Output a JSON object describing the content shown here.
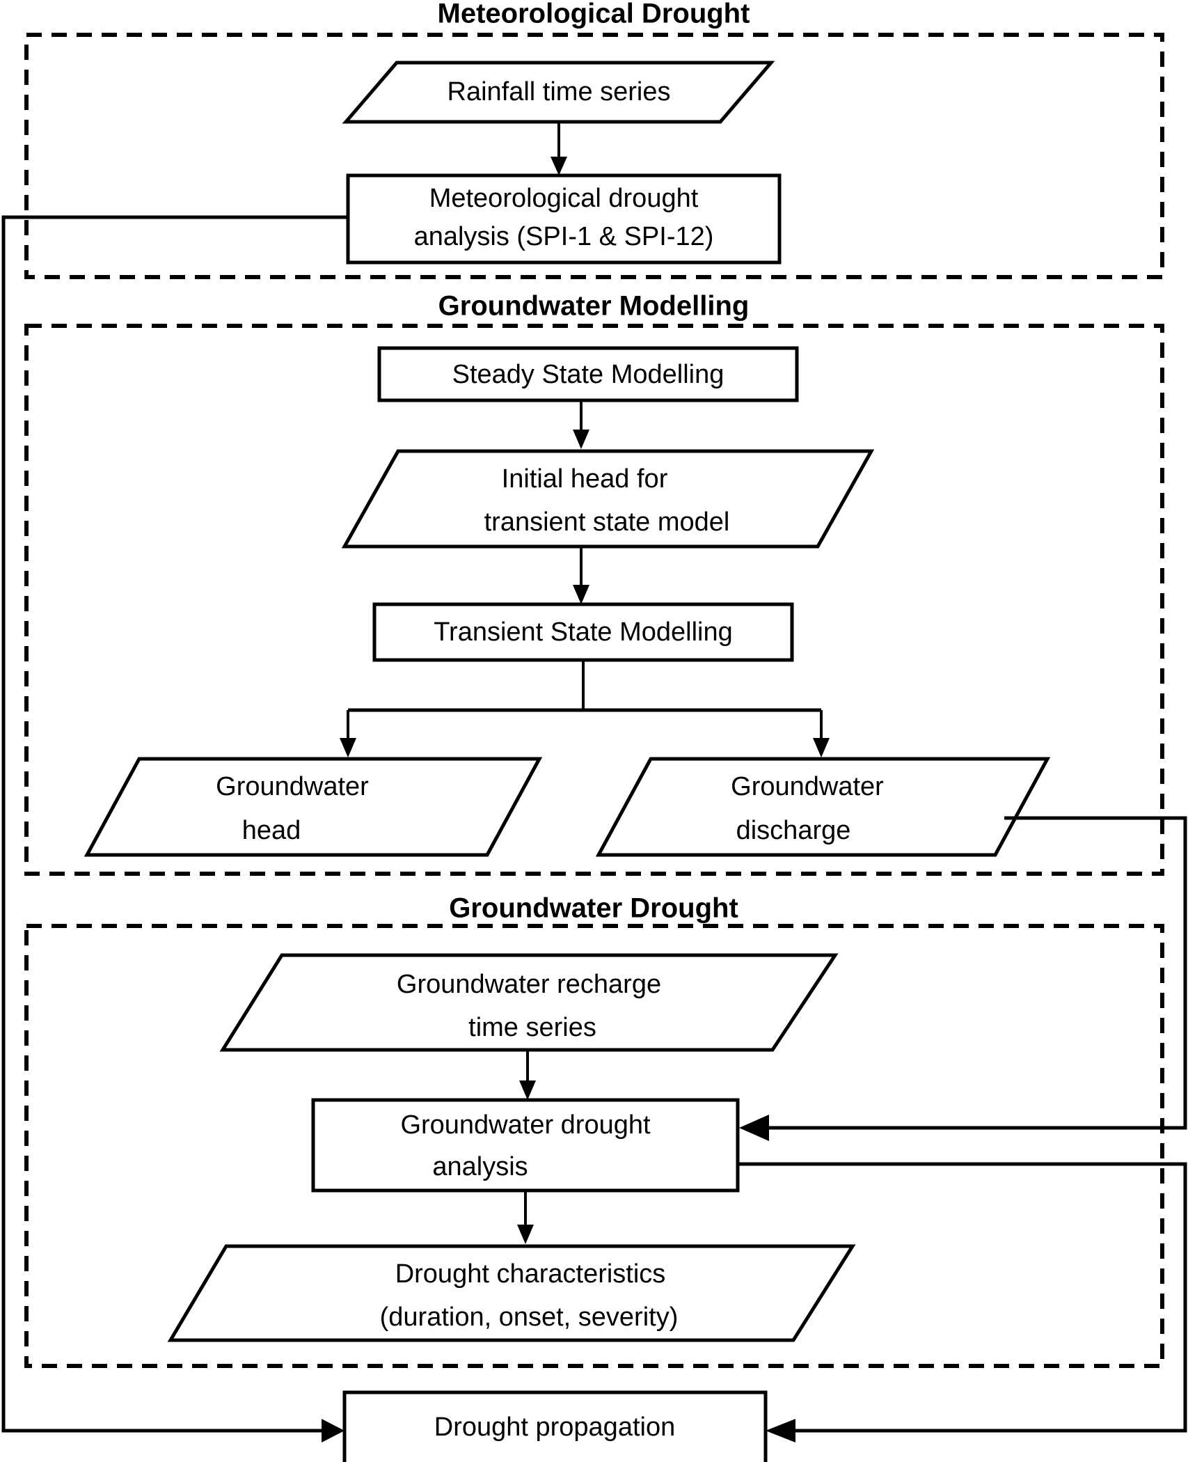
{
  "diagram": {
    "title": "Drought propagation flowchart",
    "background_color": "#ffffff",
    "line_color": "#000000",
    "sections": [
      {
        "id": "meteorological-drought",
        "label": "Meteorological Drought"
      },
      {
        "id": "groundwater-modelling",
        "label": "Groundwater Modelling"
      },
      {
        "id": "groundwater-drought",
        "label": "Groundwater Drought"
      }
    ],
    "nodes": {
      "rainfall_time_series": {
        "label": "Rainfall time series",
        "shape": "parallelogram"
      },
      "met_drought_analysis_l1": {
        "label": "Meteorological drought",
        "shape": "rectangle"
      },
      "met_drought_analysis_l2": {
        "label": "analysis (SPI-1 & SPI-12)",
        "shape": "rectangle"
      },
      "steady_state_modelling": {
        "label": "Steady State   Modelling",
        "shape": "rectangle"
      },
      "initial_head_l1": {
        "label": "Initial head for",
        "shape": "parallelogram"
      },
      "initial_head_l2": {
        "label": "transient state model",
        "shape": "parallelogram"
      },
      "transient_state_modelling": {
        "label": "Transient State Modelling",
        "shape": "rectangle"
      },
      "groundwater_head_l1": {
        "label": "Groundwater",
        "shape": "parallelogram"
      },
      "groundwater_head_l2": {
        "label": "head",
        "shape": "parallelogram"
      },
      "groundwater_discharge_l1": {
        "label": "Groundwater",
        "shape": "parallelogram"
      },
      "groundwater_discharge_l2": {
        "label": "discharge",
        "shape": "parallelogram"
      },
      "gw_recharge_l1": {
        "label": "Groundwater recharge",
        "shape": "parallelogram"
      },
      "gw_recharge_l2": {
        "label": "time series",
        "shape": "parallelogram"
      },
      "gw_drought_analysis_l1": {
        "label": "Groundwater drought",
        "shape": "rectangle"
      },
      "gw_drought_analysis_l2": {
        "label": "analysis",
        "shape": "rectangle"
      },
      "drought_char_l1": {
        "label": "Drought characteristics",
        "shape": "parallelogram"
      },
      "drought_char_l2": {
        "label": "(duration, onset, severity)",
        "shape": "parallelogram"
      },
      "drought_propagation": {
        "label": "Drought propagation",
        "shape": "rectangle"
      }
    }
  }
}
